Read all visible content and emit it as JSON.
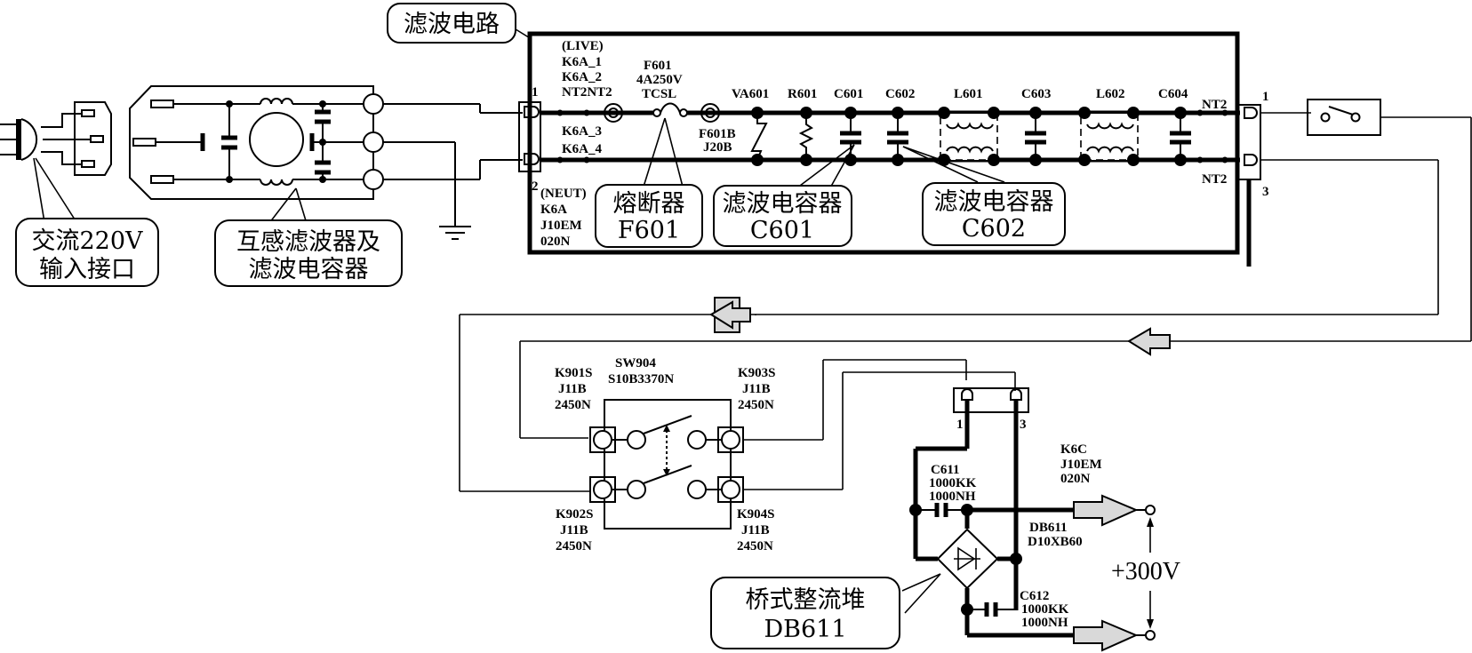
{
  "diagram": {
    "title": "滤波电路",
    "callouts": {
      "ac_input_line1": "交流220V",
      "ac_input_line2": "输入接口",
      "emi_filter_line1": "互感滤波器及",
      "emi_filter_line2": "滤波电容器",
      "fuse_line1": "熔断器",
      "fuse_line2": "F601",
      "c601_line1": "滤波电容器",
      "c601_line2": "C601",
      "c602_line1": "滤波电容器",
      "c602_line2": "C602",
      "bridge_line1": "桥式整流堆",
      "bridge_line2": "DB611"
    },
    "filter_board": {
      "pin_1": "1",
      "pin_2": "2",
      "out_pin_1": "1",
      "out_pin_3": "3",
      "live_labels": [
        "(LIVE)",
        "K6A_1",
        "K6A_2",
        "NT2NT2"
      ],
      "live_labels_below": [
        "K6A_3",
        "K6A_4"
      ],
      "neutral_labels": [
        "(NEUT)",
        "K6A",
        "J10EM",
        "020N"
      ],
      "fuse_labels": [
        "F601",
        "4A250V",
        "TCSL"
      ],
      "fuse_holder_labels": [
        "F601B",
        "J20B"
      ],
      "components": [
        "VA601",
        "R601",
        "C601",
        "C602",
        "L601",
        "C603",
        "L602",
        "C604"
      ],
      "nt2_top": "NT2",
      "nt2_bottom": "NT2"
    },
    "switch_section": {
      "sw_labels": [
        "SW904",
        "S10B3370N"
      ],
      "k901": [
        "K901S",
        "J11B",
        "2450N"
      ],
      "k903": [
        "K903S",
        "J11B",
        "2450N"
      ],
      "k902": [
        "K902S",
        "J11B",
        "2450N"
      ],
      "k904": [
        "K904S",
        "J11B",
        "2450N"
      ]
    },
    "rectifier_section": {
      "connector_pin_1": "1",
      "connector_pin_3": "3",
      "c611": [
        "C611",
        "1000KK",
        "1000NH"
      ],
      "c612": [
        "C612",
        "1000KK",
        "1000NH"
      ],
      "k6c": [
        "K6C",
        "J10EM",
        "020N"
      ],
      "db611": [
        "DB611",
        "D10XB60"
      ],
      "output_voltage": "+300V"
    }
  }
}
